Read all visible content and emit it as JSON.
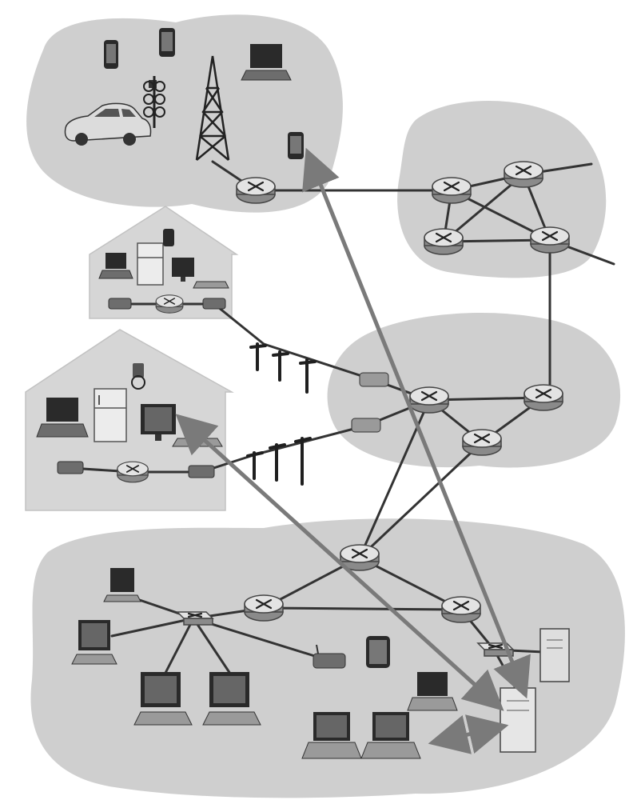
{
  "diagram": {
    "networks": [
      {
        "name": "mobile-network",
        "devices": [
          "smartphone",
          "smartphone",
          "laptop",
          "car",
          "traffic-light",
          "cell-tower",
          "smartphone"
        ]
      },
      {
        "name": "national-global-isp",
        "routers": 4
      },
      {
        "name": "home-network-1",
        "devices": [
          "laptop",
          "refrigerator",
          "thermostat",
          "monitor",
          "keyboard",
          "modem",
          "router",
          "modem"
        ]
      },
      {
        "name": "home-network-2",
        "devices": [
          "laptop",
          "refrigerator",
          "thermostat",
          "monitor",
          "keyboard",
          "modem",
          "router",
          "modem"
        ]
      },
      {
        "name": "local-regional-isp",
        "routers": 3,
        "modems": 2
      },
      {
        "name": "enterprise-network",
        "devices": [
          "desktop",
          "desktop",
          "desktop",
          "desktop",
          "switch",
          "router",
          "router",
          "router",
          "access-point",
          "tablet",
          "laptop",
          "laptop",
          "laptop",
          "server",
          "server",
          "switch"
        ]
      }
    ],
    "icons": {
      "router": "router-icon",
      "laptop": "laptop-icon",
      "desktop": "desktop-icon",
      "smartphone": "smartphone-icon",
      "server": "server-icon",
      "cell_tower": "cell-tower-icon",
      "car": "car-icon",
      "refrigerator": "refrigerator-icon",
      "modem": "modem-icon",
      "utility_pole": "utility-pole-icon"
    },
    "colors": {
      "cloud": "#cfcfcf",
      "house": "#d6d6d6",
      "link": "#333333",
      "arrow": "#7a7a7a"
    }
  }
}
